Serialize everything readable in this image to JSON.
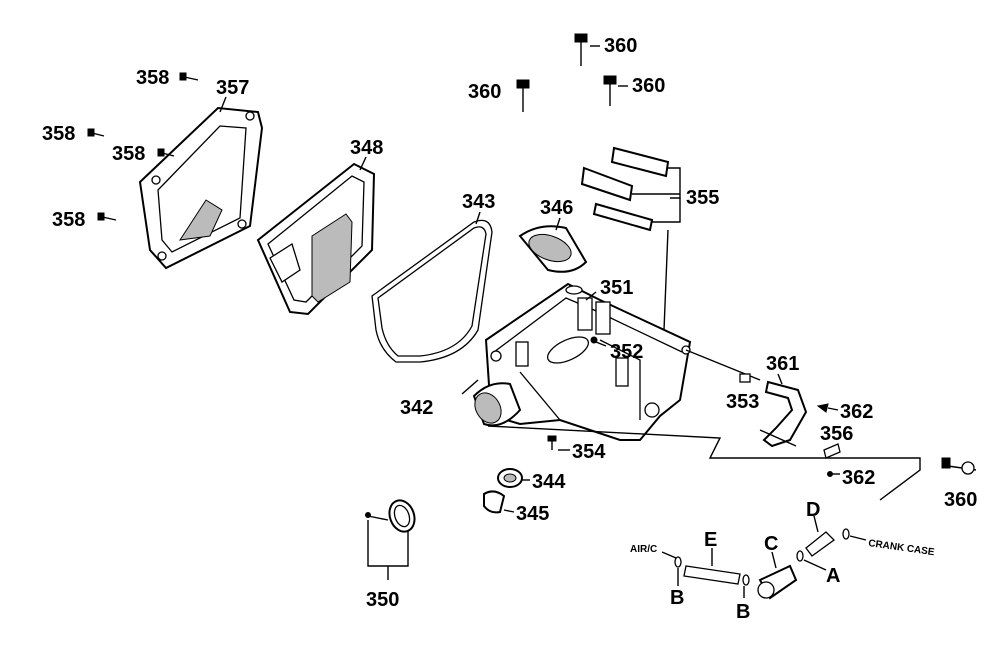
{
  "labels": {
    "p342": "342",
    "p343": "343",
    "p344": "344",
    "p345": "345",
    "p346": "346",
    "p348": "348",
    "p350": "350",
    "p351": "351",
    "p352": "352",
    "p353": "353",
    "p354": "354",
    "p355": "355",
    "p356": "356",
    "p357": "357",
    "p358a": "358",
    "p358b": "358",
    "p358c": "358",
    "p358d": "358",
    "p360a": "360",
    "p360b": "360",
    "p360c": "360",
    "p360d": "360",
    "p361": "361",
    "p362a": "362",
    "p362b": "362",
    "hose_a": "A",
    "hose_b1": "B",
    "hose_b2": "B",
    "hose_c": "C",
    "hose_d": "D",
    "hose_e": "E",
    "air_c": "AIR/C",
    "crank_case": "CRANK CASE"
  }
}
